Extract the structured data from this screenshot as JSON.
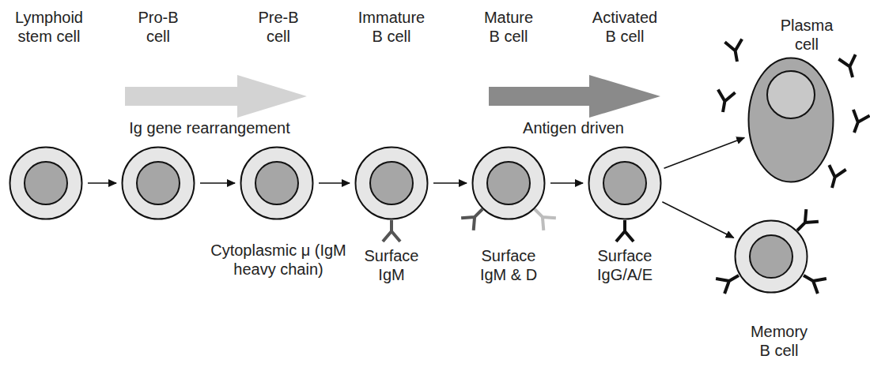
{
  "diagram": {
    "nodes": [
      {
        "text": [
          "Lymphoid stem cell"
        ]
      },
      {
        "text": [
          "Pro-B cell"
        ]
      },
      {
        "text": [
          "Pre-B cell",
          "Cytoplasmic μ (IgM heavy chain)"
        ]
      },
      {
        "text": [
          "Immature B cell",
          "Surface IgM"
        ]
      },
      {
        "text": [
          "Mature B cell",
          "Surface IgM & D"
        ]
      },
      {
        "text": [
          "Activated B cell",
          "Surface IgG/A/E"
        ]
      },
      {
        "text": [
          "Plasma cell"
        ]
      },
      {
        "text": [
          "Memory B cell"
        ]
      }
    ],
    "edges": [
      {
        "from": 0,
        "to": 1,
        "arrow": "to"
      },
      {
        "from": 1,
        "to": 2,
        "arrow": "to"
      },
      {
        "from": 2,
        "to": 3,
        "arrow": "to"
      },
      {
        "from": 3,
        "to": 4,
        "arrow": "to"
      },
      {
        "from": 4,
        "to": 5,
        "arrow": "to"
      },
      {
        "from": 5,
        "to": 6,
        "arrow": "to"
      },
      {
        "from": 5,
        "to": 7,
        "arrow": "to"
      }
    ],
    "labels": [
      "Ig gene rearrangement",
      "Antigen driven"
    ]
  }
}
